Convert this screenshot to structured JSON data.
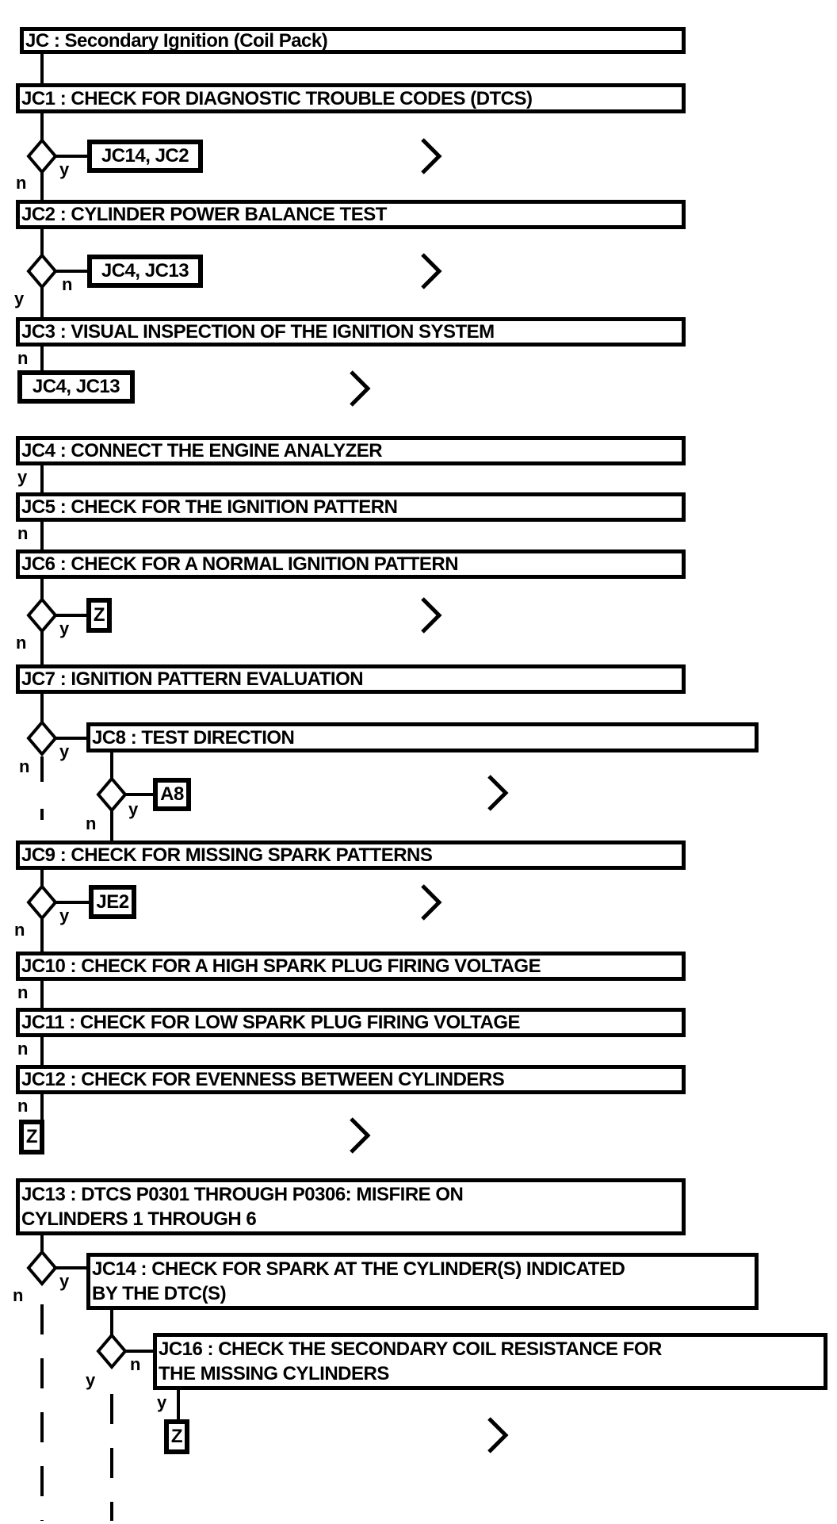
{
  "flowchart": {
    "title": "JC : Secondary Ignition (Coil Pack)",
    "steps": {
      "jc1": "JC1 : CHECK FOR DIAGNOSTIC TROUBLE CODES (DTCS)",
      "jc2": "JC2 : CYLINDER POWER BALANCE TEST",
      "jc3": "JC3 : VISUAL INSPECTION OF THE IGNITION SYSTEM",
      "jc4": "JC4 : CONNECT THE ENGINE ANALYZER",
      "jc5": "JC5 : CHECK FOR THE IGNITION PATTERN",
      "jc6": "JC6 : CHECK FOR A NORMAL IGNITION PATTERN",
      "jc7": "JC7 : IGNITION PATTERN EVALUATION",
      "jc8": "JC8 : TEST DIRECTION",
      "jc9": "JC9 : CHECK FOR MISSING SPARK PATTERNS",
      "jc10": "JC10 : CHECK FOR A HIGH SPARK PLUG FIRING VOLTAGE",
      "jc11": "JC11 : CHECK FOR LOW SPARK PLUG FIRING VOLTAGE",
      "jc12": "JC12 : CHECK FOR EVENNESS BETWEEN CYLINDERS",
      "jc13": "JC13 : DTCS P0301 THROUGH P0306: MISFIRE ON\nCYLINDERS 1 THROUGH 6",
      "jc14": "JC14 : CHECK FOR SPARK AT THE CYLINDER(S) INDICATED\nBY THE DTC(S)",
      "jc16": "JC16 : CHECK THE SECONDARY COIL RESISTANCE FOR\nTHE MISSING CYLINDERS"
    },
    "refs": {
      "jc1_yes": "JC14, JC2",
      "jc2_no": "JC4, JC13",
      "jc3_no": "JC4, JC13",
      "jc6_yes": "Z",
      "jc8_yes": "A8",
      "jc9_yes": "JE2",
      "jc12_no": "Z",
      "jc16_yes": "Z"
    },
    "branch": {
      "yes": "y",
      "no": "n"
    },
    "colors": {
      "ink": "#000000",
      "paper": "#ffffff"
    }
  }
}
